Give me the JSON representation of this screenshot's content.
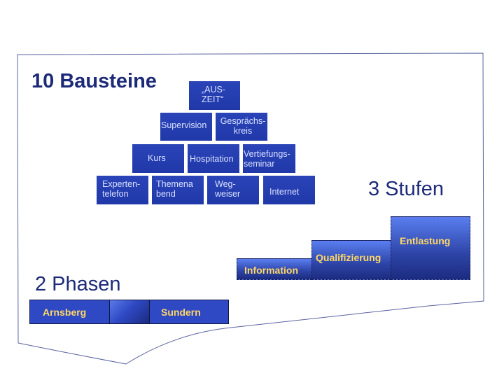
{
  "headings": {
    "bausteine": "10 Bausteine",
    "stufen": "3 Stufen",
    "phasen": "2 Phasen"
  },
  "pyramid": {
    "row1": [
      "„AUS-\nZEIT“"
    ],
    "row2": [
      "Supervision",
      "Gesprächs-\nkreis"
    ],
    "row3": [
      "Kurs",
      "Hospitation",
      "Vertiefungs-\nseminar"
    ],
    "row4": [
      "Experten-\ntelefon",
      "Themena\nbend",
      "Weg-\nweiser",
      "Internet"
    ]
  },
  "stufen": [
    "Information",
    "Qualifizierung",
    "Entlastung"
  ],
  "phasen": [
    "Arnsberg",
    "",
    "Sundern"
  ],
  "colors": {
    "heading": "#1c2a78",
    "brick": "#2a44b8",
    "brick_text": "#d9e0ff",
    "step_text": "#ffd866"
  }
}
